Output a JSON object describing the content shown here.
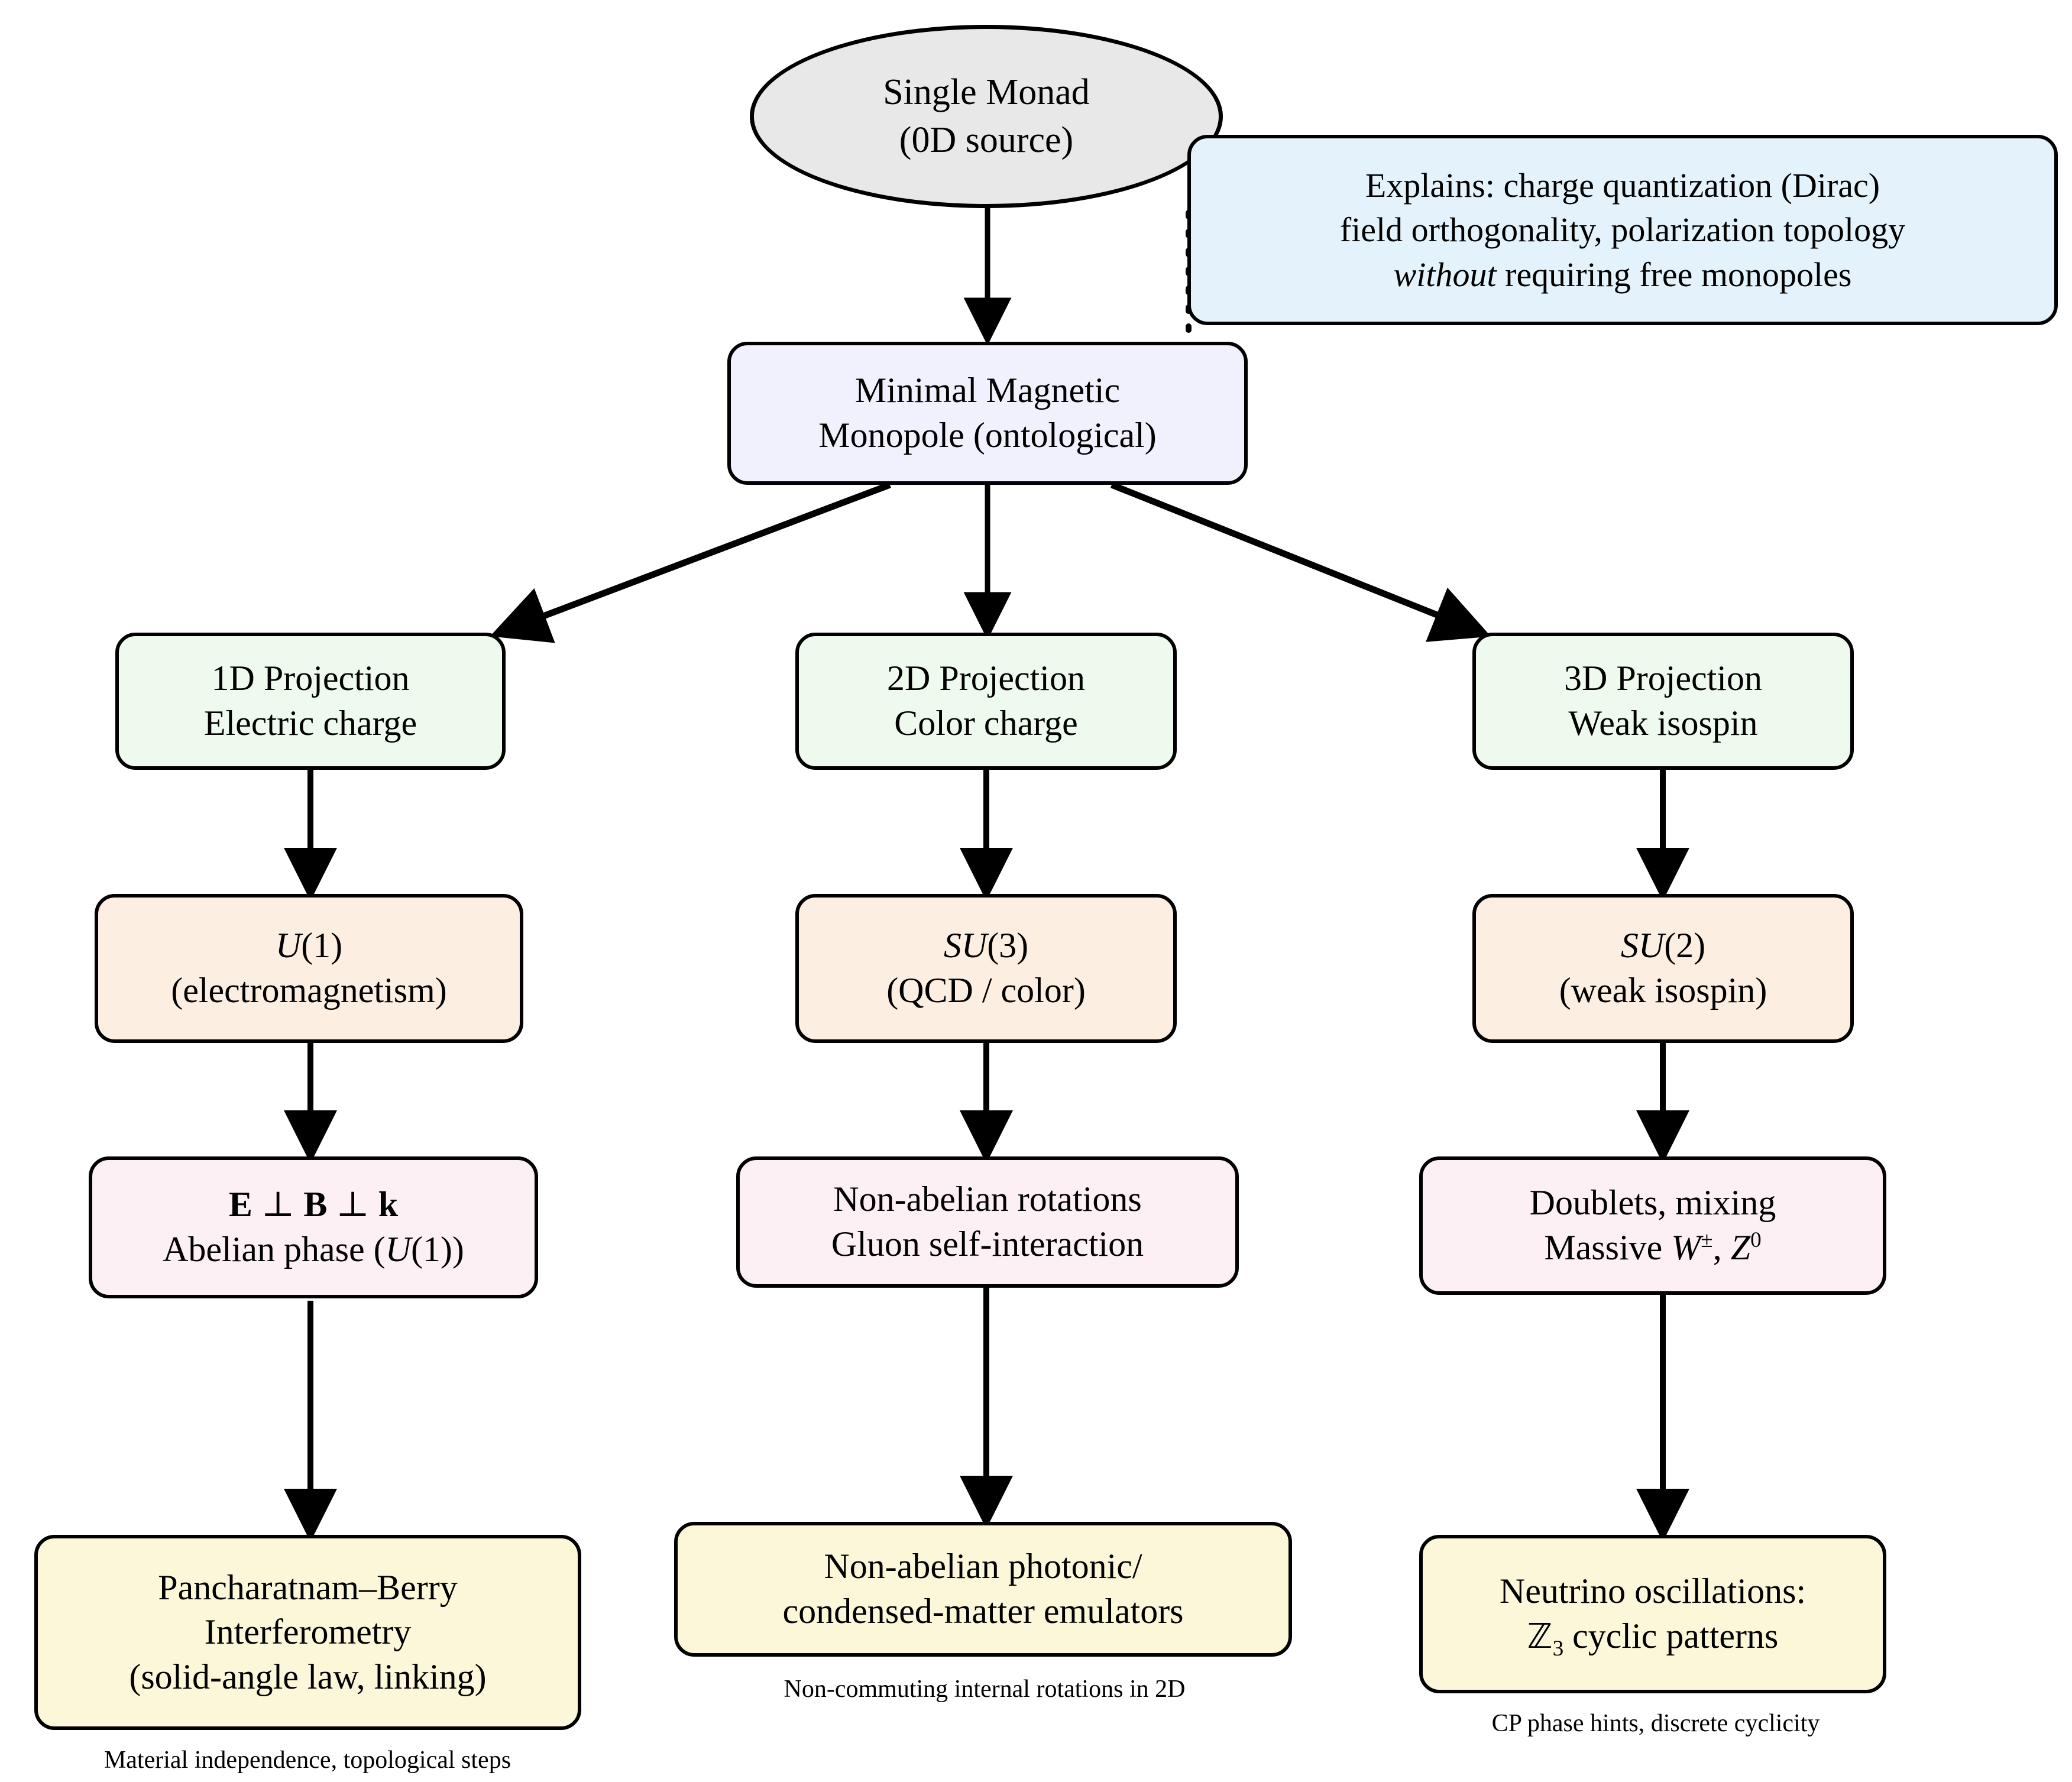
{
  "diagram": {
    "root": {
      "line1": "Single Monad",
      "line2": "(0D source)"
    },
    "callout": {
      "line1": "Explains: charge quantization (Dirac)",
      "line2": "field orthogonality, polarization topology",
      "line3_em": "without",
      "line3_rest": " requiring free monopoles"
    },
    "monopole": {
      "line1": "Minimal Magnetic",
      "line2": "Monopole (ontological)"
    },
    "columns": [
      {
        "id": "col-1d",
        "projection": {
          "line1": "1D Projection",
          "line2": "Electric charge"
        },
        "group": {
          "sym_it": "U",
          "sym_rm": "(1)",
          "line2": "(electromagnetism)"
        },
        "physics": {
          "line1_parts": [
            "E",
            " ⊥ ",
            "B",
            " ⊥ ",
            "k"
          ],
          "line2_pre": "Abelian phase (",
          "line2_it": "U",
          "line2_rm": "(1))"
        },
        "outcome": {
          "line1": "Pancharatnam–Berry",
          "line2": "Interferometry",
          "line3": "(solid-angle law, linking)"
        },
        "caption": "Material independence, topological steps"
      },
      {
        "id": "col-2d",
        "projection": {
          "line1": "2D Projection",
          "line2": "Color charge"
        },
        "group": {
          "sym_it": "SU",
          "sym_rm": "(3)",
          "line2": "(QCD / color)"
        },
        "physics": {
          "line1": "Non-abelian rotations",
          "line2": "Gluon self-interaction"
        },
        "outcome": {
          "line1": "Non-abelian photonic/",
          "line2": "condensed-matter emulators"
        },
        "caption": "Non-commuting internal rotations in 2D"
      },
      {
        "id": "col-3d",
        "projection": {
          "line1": "3D Projection",
          "line2": "Weak isospin"
        },
        "group": {
          "sym_it": "SU",
          "sym_rm": "(2)",
          "line2": "(weak isospin)"
        },
        "physics": {
          "line1": "Doublets, mixing",
          "line2_pre": "Massive ",
          "line2_w": "W",
          "line2_wsup": "±",
          "line2_mid": ", ",
          "line2_z": "Z",
          "line2_zsup": "0"
        },
        "outcome": {
          "line1": "Neutrino oscillations:",
          "line2_bb": "ℤ",
          "line2_sub": "3",
          "line2_rest": " cyclic patterns"
        },
        "caption": "CP phase hints, discrete cyclicity"
      }
    ],
    "colors": {
      "root_fill": "#e8e8e8",
      "callout_fill": "#e4f3fb",
      "monopole_fill": "#f1f0fd",
      "projection_fill": "#eefaee",
      "group_fill": "#fdeee2",
      "physics_fill": "#fdf0f5",
      "outcome_fill": "#fbf7d8",
      "stroke": "#000000"
    }
  }
}
